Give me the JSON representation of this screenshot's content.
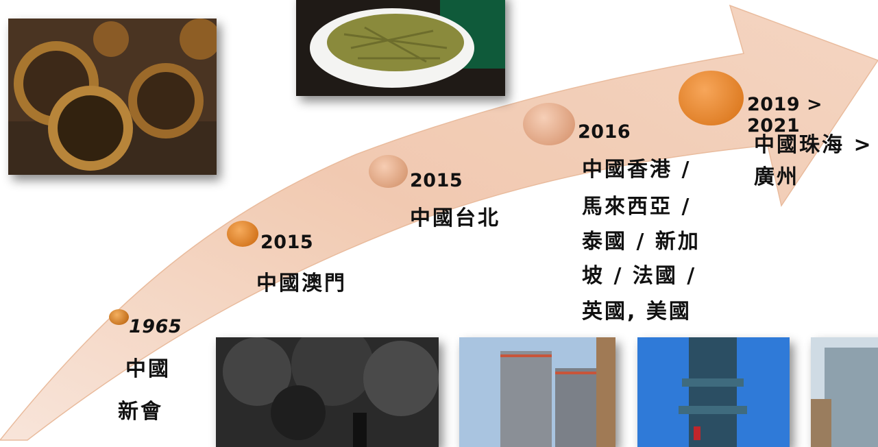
{
  "milestones": [
    {
      "year": "1965",
      "place_line1": "中國",
      "place_line2": "新會"
    },
    {
      "year": "2015",
      "place": "中國澳門"
    },
    {
      "year": "2015",
      "place": "中國台北"
    },
    {
      "year": "2016",
      "lines": [
        "中國香港 /",
        "馬來西亞 /",
        "泰國 / 新加",
        "坡 / 法國 /",
        "英國, 美國"
      ]
    },
    {
      "year": "2019 > 2021",
      "place_line1": "中國珠海 >",
      "place_line2": "廣州"
    }
  ],
  "colors": {
    "arrow": "#f2c8b0",
    "dot_dark": "#e07a1a",
    "dot_light": "#e9b08d"
  }
}
